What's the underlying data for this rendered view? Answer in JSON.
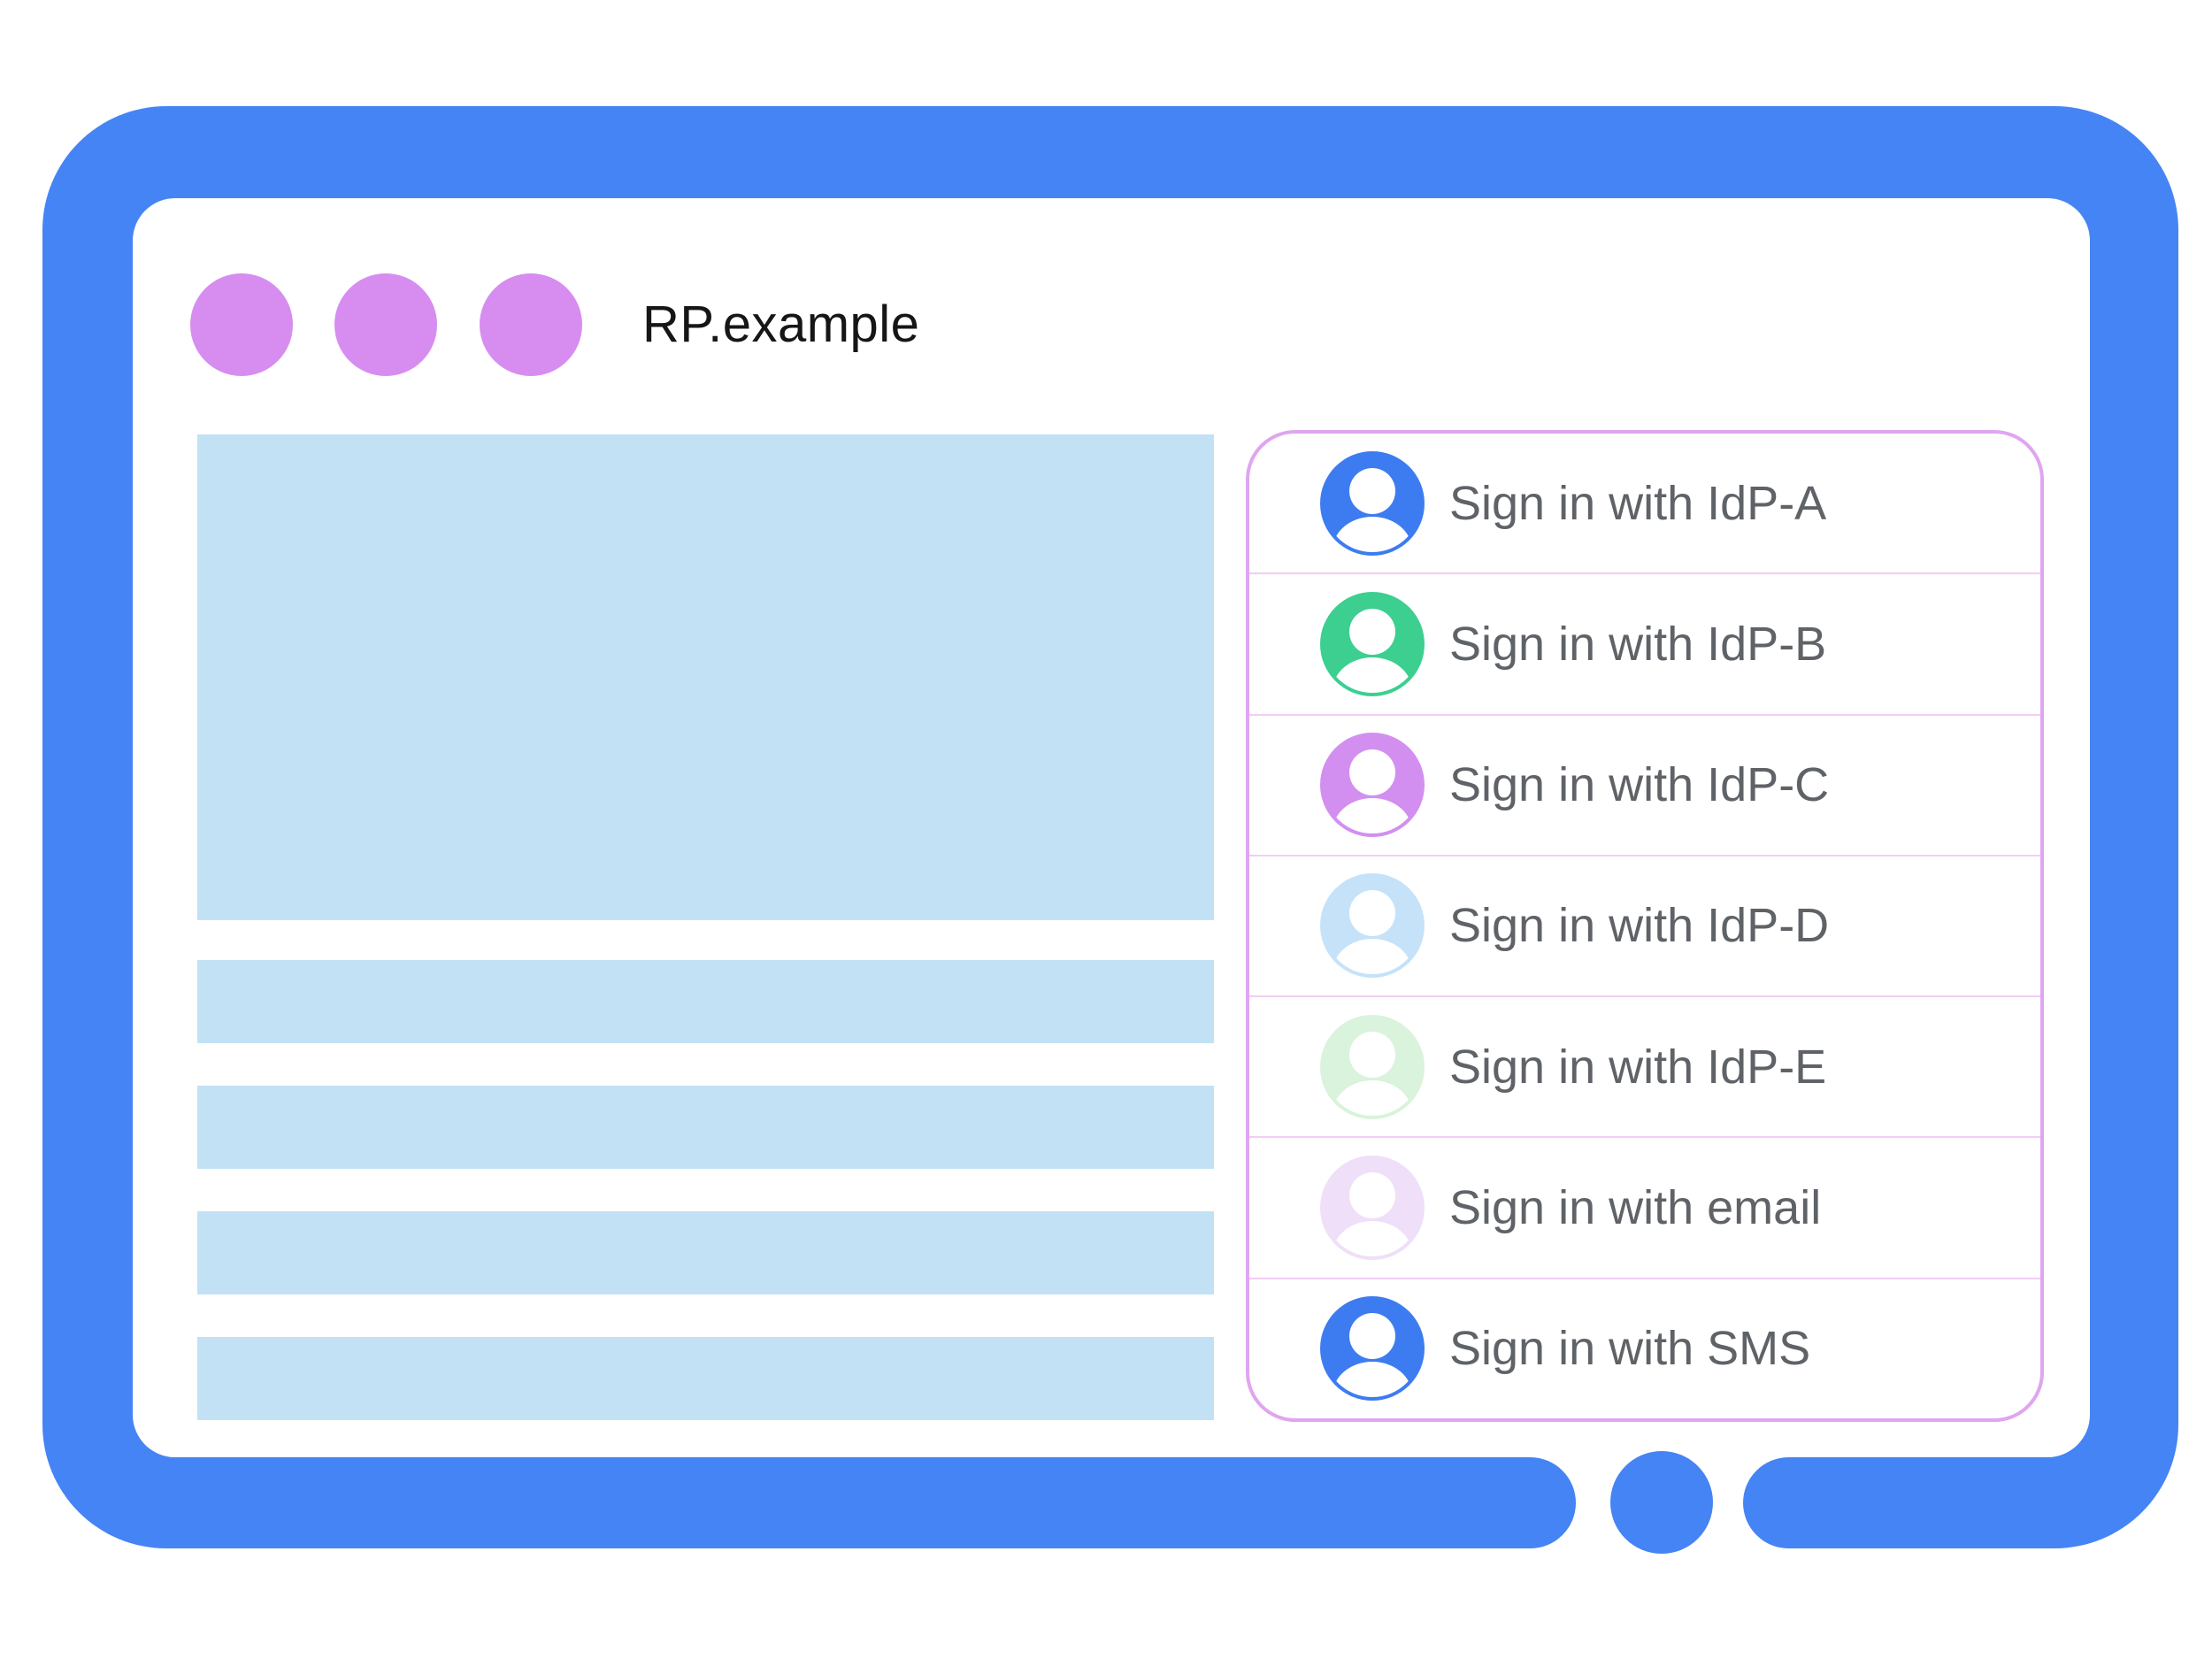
{
  "browser_window": {
    "site_label": "RP.example",
    "window_controls": {
      "icon": "window-control-dot",
      "count": 3
    }
  },
  "account_chooser": {
    "options": [
      {
        "id": "idp-a",
        "label": "Sign in with IdP-A",
        "avatar_icon": "user-avatar-icon",
        "avatar_color": "#3d7cf0"
      },
      {
        "id": "idp-b",
        "label": "Sign in with IdP-B",
        "avatar_icon": "user-avatar-icon",
        "avatar_color": "#3ccf90"
      },
      {
        "id": "idp-c",
        "label": "Sign in with IdP-C",
        "avatar_icon": "user-avatar-icon",
        "avatar_color": "#d28ff0"
      },
      {
        "id": "idp-d",
        "label": "Sign in with IdP-D",
        "avatar_icon": "user-avatar-icon",
        "avatar_color": "#c5e2f8"
      },
      {
        "id": "idp-e",
        "label": "Sign in with IdP-E",
        "avatar_icon": "user-avatar-icon",
        "avatar_color": "#d9f3dc"
      },
      {
        "id": "email",
        "label": "Sign in with email",
        "avatar_icon": "user-avatar-icon",
        "avatar_color": "#efdff9"
      },
      {
        "id": "sms",
        "label": "Sign in with SMS",
        "avatar_icon": "user-avatar-icon",
        "avatar_color": "#3d7cf0"
      }
    ]
  },
  "theme": {
    "background": "#ffffff",
    "frame_blue": "#4584f4",
    "window_control_color": "#d78df0",
    "panel_border": "#e0a5f0",
    "panel_separator": "#f2cdf4",
    "placeholder_blue": "#c3e1f5",
    "label_gray": "#5f6368",
    "title_color": "#161616"
  }
}
